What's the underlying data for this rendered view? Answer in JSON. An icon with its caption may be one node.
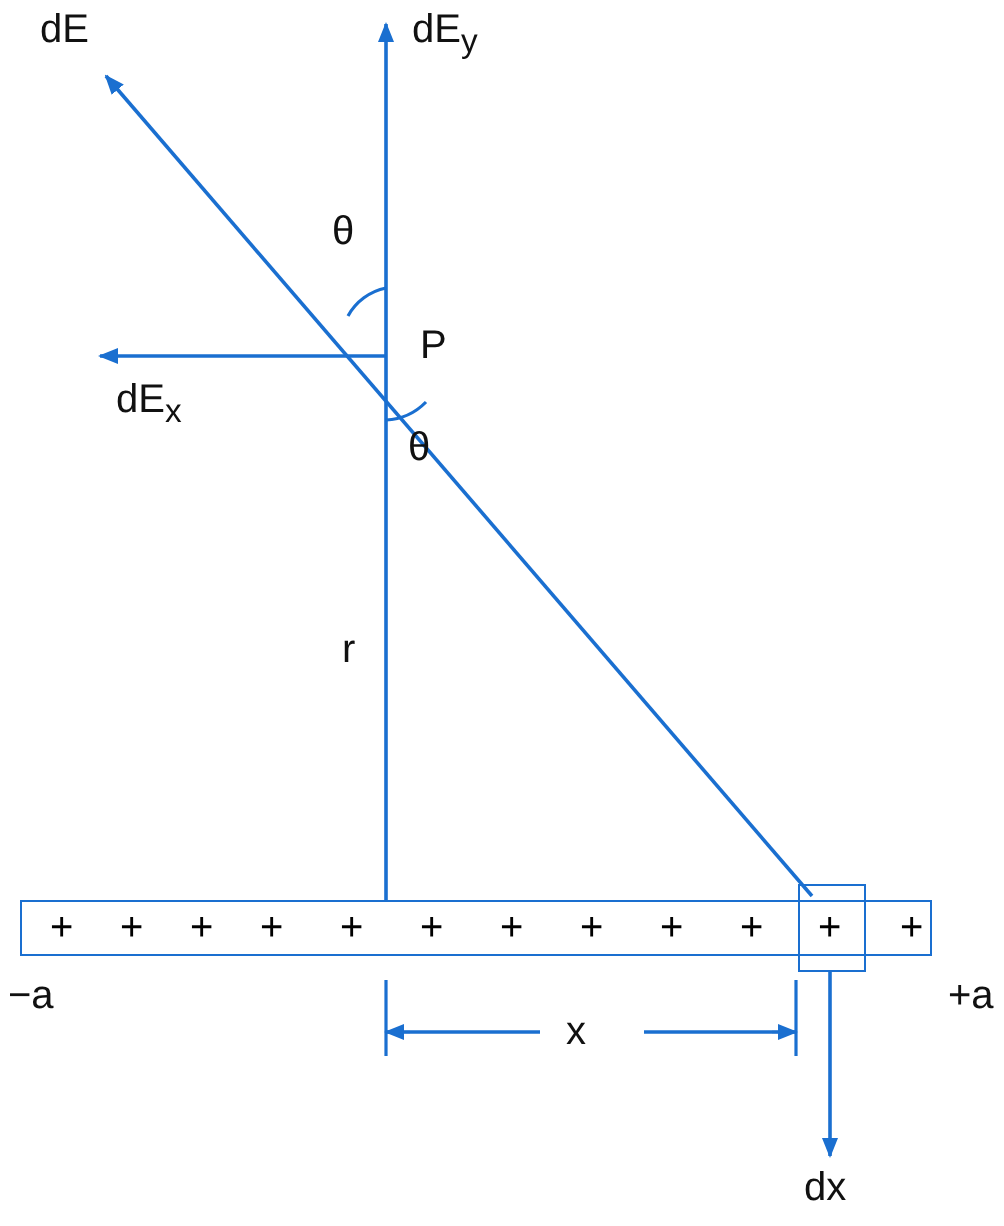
{
  "diagram": {
    "nodes": [
      {
        "text": [
          "+",
          "+",
          "+",
          "+",
          "+",
          "+",
          "+",
          "+",
          "+",
          "+",
          "+"
        ]
      },
      {
        "text": [
          "+"
        ]
      }
    ],
    "labels": [
      "dE",
      "dE$_{y}$",
      "θ",
      "P",
      "dE$_{x}$",
      "θ",
      "r",
      "−a",
      "x",
      "+a",
      "dx"
    ]
  }
}
